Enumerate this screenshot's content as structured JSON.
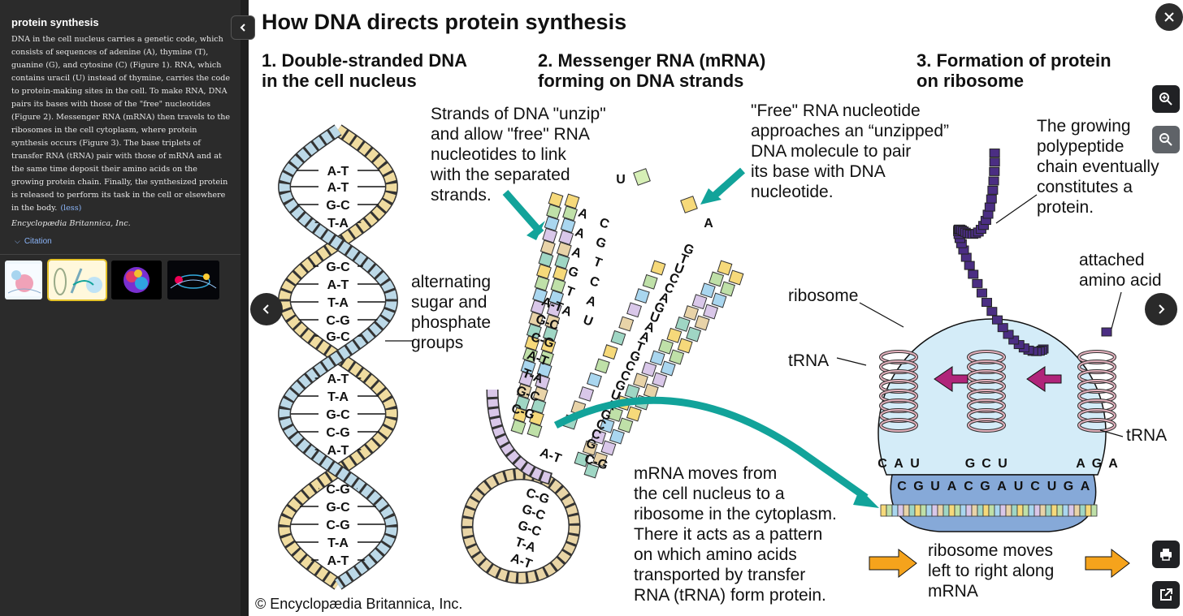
{
  "panel": {
    "title": "protein synthesis",
    "description": "DNA in the cell nucleus carries a genetic code, which consists of sequences of adenine (A), thymine (T), guanine (G), and cytosine (C) (Figure 1). RNA, which contains uracil (U) instead of thymine, carries the code to protein-making sites in the cell. To make RNA, DNA pairs its bases with those of the \"free\" nucleotides (Figure 2). Messenger RNA (mRNA) then travels to the ribosomes in the cell cytoplasm, where protein synthesis occurs (Figure 3). The base triplets of transfer RNA (tRNA) pair with those of mRNA and at the same time deposit their amino acids on the growing protein chain. Finally, the synthesized protein is released to perform its task in the cell or elsewhere in the body.",
    "less_link": "(less)",
    "source": "Encyclopædia Britannica, Inc.",
    "citation_label": "Citation"
  },
  "figure": {
    "title": "How DNA directs protein synthesis",
    "step1": "1. Double-stranded DNA\n    in the cell nucleus",
    "step2": "2. Messenger RNA (mRNA)\n    forming on DNA strands",
    "step3": "3. Formation of protein\n    on ribosome",
    "unzip_note": "Strands of DNA \"unzip\"\nand allow \"free\" RNA\nnucleotides to link\nwith the separated\nstrands.",
    "free_note": "\"Free\" RNA nucleotide\napproaches an “unzipped”\nDNA molecule to pair\nits base with DNA\nnucleotide.",
    "sugar_note": "alternating\nsugar and\nphosphate\ngroups",
    "polypeptide_note": "The growing\npolypeptide\nchain eventually\nconstitutes a\nprotein.",
    "amino_note": "attached\namino acid",
    "ribosome_label": "ribosome",
    "trna_label_left": "tRNA",
    "trna_label_right": "tRNA",
    "mrna_note": "mRNA moves from\nthe cell nucleus to a\nribosome in the cytoplasm.\nThere it acts as a pattern\non which amino acids\ntransported by transfer\nRNA (tRNA) form protein.",
    "ribosome_moves": "ribosome moves\nleft to right along\nmRNA",
    "copyright": "© Encyclopædia Britannica, Inc.",
    "dna_pairs": [
      "A-T",
      "A-T",
      "G-C",
      "T-A",
      "G-C",
      "A-T",
      "T-A",
      "C-G",
      "G-C",
      "A-T",
      "T-A",
      "G-C",
      "C-G",
      "A-T",
      "C-G",
      "G-C",
      "C-G",
      "T-A",
      "A-T"
    ],
    "strand_pairs": [
      "A-T",
      "G-C",
      "C-G",
      "A-T",
      "T-A",
      "G-C",
      "C-G"
    ],
    "strand_left_letters": [
      "A",
      "C",
      "A",
      "G",
      "A",
      "T",
      "G",
      "C",
      "T",
      "A",
      "A",
      "U"
    ],
    "strand_right_letters": [
      "G",
      "T",
      "U",
      "C",
      "C",
      "A",
      "G",
      "U",
      "A",
      "A",
      "T",
      "G",
      "C",
      "C",
      "G",
      "U",
      "A",
      "G",
      "C",
      "C",
      "G"
    ],
    "free_nucleotides": [
      "U",
      "A"
    ],
    "loop_pairs": [
      "C-G",
      "G-C",
      "G-C",
      "T-A",
      "A-T"
    ],
    "end_pairs": [
      "A-T",
      "C-G"
    ],
    "mrna_codons": [
      "C",
      "G",
      "U",
      "A",
      "C",
      "G",
      "A",
      "U",
      "C",
      "U",
      "G",
      "A"
    ],
    "trna_left_codon": [
      "C",
      "A",
      "U"
    ],
    "trna_mid_codon": [
      "G",
      "C",
      "U"
    ],
    "trna_right_codon": [
      "A",
      "G",
      "A"
    ],
    "colors": {
      "teal_arrow": "#12a39a",
      "purple_arrow": "#b0257a",
      "orange_arrow": "#f5a31c",
      "ribosome_top": "#cfe9f7",
      "ribosome_bottom": "#7fa6d9",
      "chain": "#4b2e83"
    }
  },
  "icons": [
    "collapse-chevron-icon",
    "close-icon",
    "zoom-in-icon",
    "zoom-out-icon",
    "chevron-left-icon",
    "chevron-right-icon",
    "print-icon",
    "open-external-icon"
  ]
}
